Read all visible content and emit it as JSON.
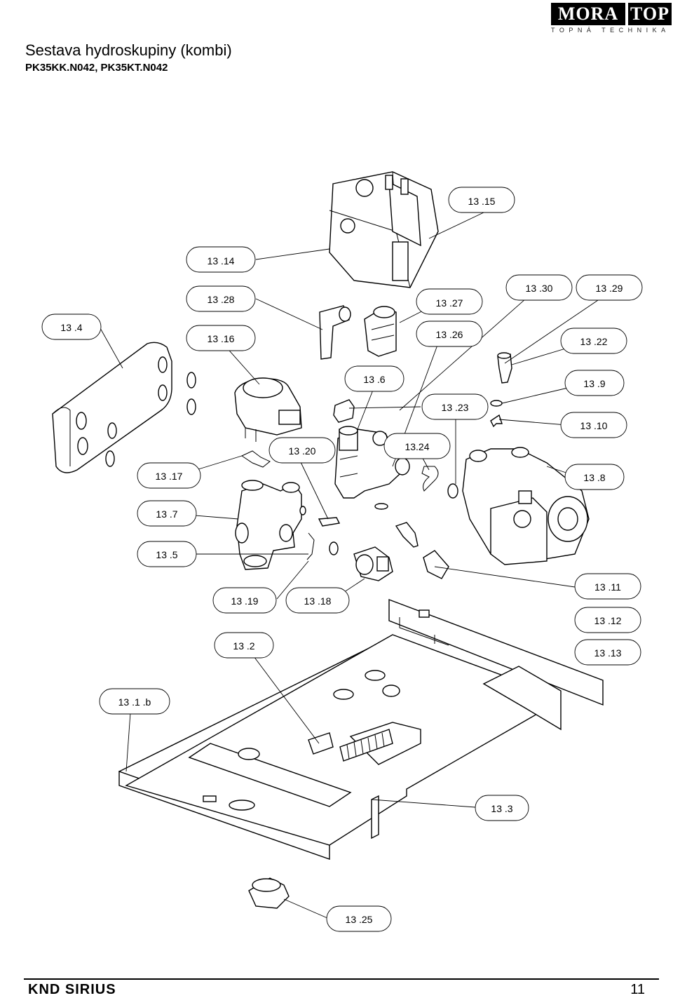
{
  "header": {
    "title": "Sestava hydroskupiny (kombi)",
    "subtitle": "PK35KK.N042, PK35KT.N042"
  },
  "logo": {
    "word_left": "MORA",
    "word_right": "TOP",
    "tagline": "TOPNÁ TECHNIKA"
  },
  "callouts": {
    "c13_15": "13 .15",
    "c13_14": "13 .14",
    "c13_28": "13 .28",
    "c13_27": "13 .27",
    "c13_30": "13 .30",
    "c13_29": "13 .29",
    "c13_4": "13 .4",
    "c13_16": "13 .16",
    "c13_26": "13 .26",
    "c13_22": "13 .22",
    "c13_6": "13 .6",
    "c13_9": "13 .9",
    "c13_23": "13 .23",
    "c13_10": "13 .10",
    "c13_20": "13 .20",
    "c13_24": "13.24",
    "c13_17": "13 .17",
    "c13_8": "13 .8",
    "c13_7": "13 .7",
    "c13_5": "13 .5",
    "c13_11": "13 .11",
    "c13_19": "13 .19",
    "c13_18": "13 .18",
    "c13_12": "13 .12",
    "c13_2": "13 .2",
    "c13_13": "13 .13",
    "c13_1b": "13 .1 .b",
    "c13_3": "13 .3",
    "c13_25": "13 .25"
  },
  "footer": {
    "product": "KND SIRIUS",
    "page": "11"
  }
}
